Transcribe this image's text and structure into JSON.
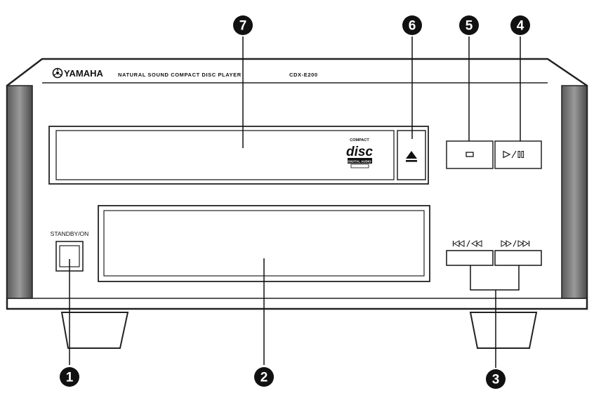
{
  "header": {
    "brand": "YAMAHA",
    "brand_icon": "tuning-fork-logo",
    "tagline": "NATURAL SOUND COMPACT DISC PLAYER",
    "model": "CDX-E200"
  },
  "controls": {
    "standby_label": "STANDBY/ON",
    "skip_back_label": "|◁◁/◁◁",
    "skip_forward_label": "▷▷/▷▷|",
    "eject_symbol": "⏏",
    "play_pause_symbol": "▷ / ||"
  },
  "cd_logo": {
    "top": "COMPACT",
    "main": "disc",
    "bottom": "DIGITAL AUDIO"
  },
  "callouts": {
    "c1": "1",
    "c2": "2",
    "c3": "3",
    "c4": "4",
    "c5": "5",
    "c6": "6",
    "c7": "7"
  }
}
